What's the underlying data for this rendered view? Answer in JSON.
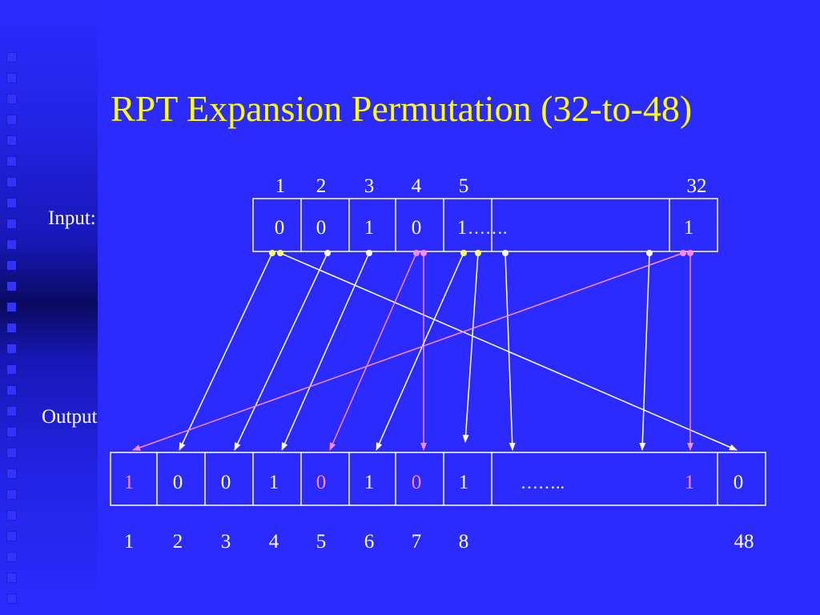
{
  "slide": {
    "title": "RPT Expansion Permutation (32-to-48)",
    "input_label": "Input:",
    "output_label": "Output"
  },
  "input": {
    "positions": [
      "1",
      "2",
      "3",
      "4",
      "5",
      "32"
    ],
    "bits": [
      "0",
      "0",
      "1",
      "0",
      "1",
      "1"
    ],
    "ellipsis": "……."
  },
  "output": {
    "positions": [
      "1",
      "2",
      "3",
      "4",
      "5",
      "6",
      "7",
      "8",
      "48"
    ],
    "bits": [
      "1",
      "0",
      "0",
      "1",
      "0",
      "1",
      "0",
      "1",
      "1",
      "0"
    ],
    "highlighted_bits": [
      0,
      4,
      6,
      8
    ],
    "ellipsis": "……..",
    "highlight_color": "#ff88ff"
  },
  "colors": {
    "background": "#2b2bff",
    "title": "#ffff00",
    "text": "#ffffff",
    "arrow_primary": "#ffffff",
    "arrow_duplicate": "#ff88ff"
  }
}
